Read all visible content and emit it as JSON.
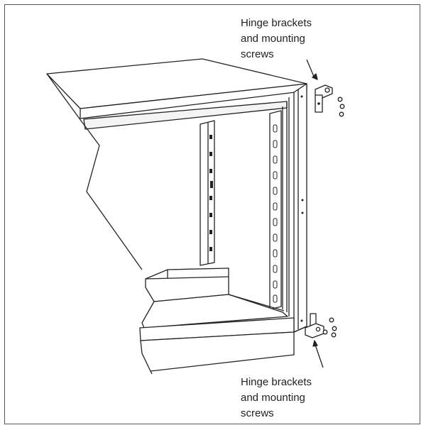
{
  "figure": {
    "callouts": {
      "top": [
        "Hinge brackets",
        "and mounting",
        "screws"
      ],
      "bottom": [
        "Hinge brackets",
        "and mounting",
        "screws"
      ]
    },
    "colors": {
      "line": "#222222",
      "shade": "#dddddd"
    },
    "icons": [
      "hinge-bracket-icon",
      "mounting-screw-icon",
      "arrow-icon"
    ]
  }
}
